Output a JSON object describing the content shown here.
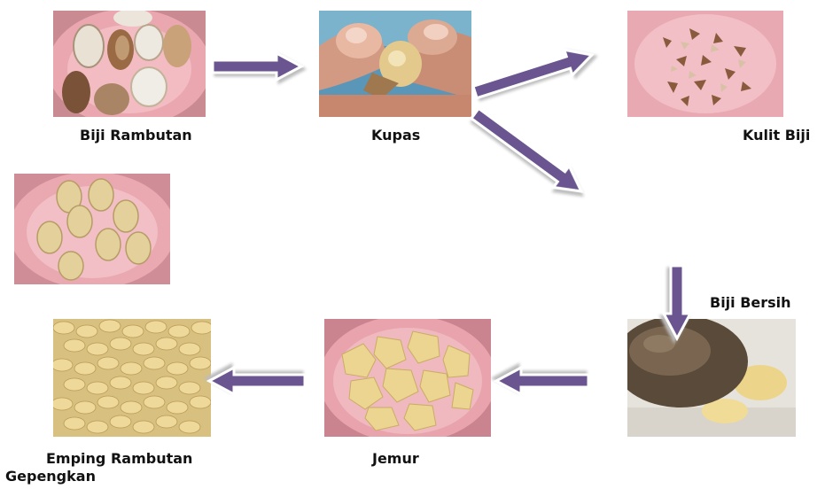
{
  "steps": {
    "seed": "Biji Rambutan",
    "peel": "Kupas",
    "skin": "Kulit Biji",
    "clean": "Biji Bersih",
    "flatten": "Gepengkan",
    "dry": "Jemur",
    "product": "Emping Rambutan"
  },
  "colors": {
    "arrow_fill": "#6a5490",
    "arrow_outline": "#ffffff",
    "arrow_shadow": "#c8c8c8",
    "plate": "#e9a8b0",
    "label": "#111111"
  }
}
